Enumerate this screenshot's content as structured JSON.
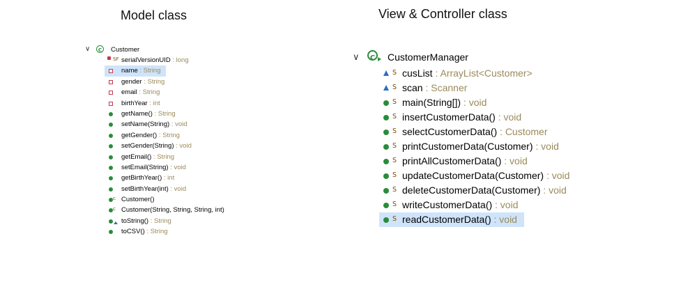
{
  "headings": {
    "left": "Model class",
    "right": "View & Controller class"
  },
  "left_tree": {
    "class_name": "Customer",
    "members": [
      {
        "icon": "static-final-field-icon",
        "mod": "SF",
        "name": "serialVersionUID",
        "type": " : long"
      },
      {
        "icon": "private-field-icon",
        "mod": "",
        "name": "name",
        "type": " : String",
        "selected": true
      },
      {
        "icon": "private-field-icon",
        "mod": "",
        "name": "gender",
        "type": " : String"
      },
      {
        "icon": "private-field-icon",
        "mod": "",
        "name": "email",
        "type": " : String"
      },
      {
        "icon": "private-field-icon",
        "mod": "",
        "name": "birthYear",
        "type": " : int"
      },
      {
        "icon": "public-method-icon",
        "mod": "",
        "name": "getName()",
        "type": " : String"
      },
      {
        "icon": "public-method-icon",
        "mod": "",
        "name": "setName(String)",
        "type": " : void"
      },
      {
        "icon": "public-method-icon",
        "mod": "",
        "name": "getGender()",
        "type": " : String"
      },
      {
        "icon": "public-method-icon",
        "mod": "",
        "name": "setGender(String)",
        "type": " : void"
      },
      {
        "icon": "public-method-icon",
        "mod": "",
        "name": "getEmail()",
        "type": " : String"
      },
      {
        "icon": "public-method-icon",
        "mod": "",
        "name": "setEmail(String)",
        "type": " : void"
      },
      {
        "icon": "public-method-icon",
        "mod": "",
        "name": "getBirthYear()",
        "type": " : int"
      },
      {
        "icon": "public-method-icon",
        "mod": "",
        "name": "setBirthYear(int)",
        "type": " : void"
      },
      {
        "icon": "public-method-icon",
        "mod": "c",
        "name": "Customer()",
        "type": ""
      },
      {
        "icon": "public-method-icon",
        "mod": "c",
        "name": "Customer(String, String, String, int)",
        "type": ""
      },
      {
        "icon": "override-method-icon",
        "mod": "",
        "name": "toString()",
        "type": " : String"
      },
      {
        "icon": "public-method-icon",
        "mod": "",
        "name": "toCSV()",
        "type": " : String"
      }
    ]
  },
  "right_tree": {
    "class_name": "CustomerManager",
    "members": [
      {
        "icon": "package-field-icon",
        "mod": "S",
        "name": "cusList",
        "type": " : ArrayList<Customer>"
      },
      {
        "icon": "package-field-icon",
        "mod": "S",
        "name": "scan",
        "type": " : Scanner"
      },
      {
        "icon": "public-method-icon",
        "mod": "S",
        "name": "main(String[])",
        "type": " : void"
      },
      {
        "icon": "public-method-icon",
        "mod": "S",
        "name": "insertCustomerData()",
        "type": " : void"
      },
      {
        "icon": "public-method-icon",
        "mod": "S",
        "name": "selectCustomerData()",
        "type": " : Customer"
      },
      {
        "icon": "public-method-icon",
        "mod": "S",
        "name": "printCustomerData(Customer)",
        "type": " : void"
      },
      {
        "icon": "public-method-icon",
        "mod": "S",
        "name": "printAllCustomerData()",
        "type": " : void"
      },
      {
        "icon": "public-method-icon",
        "mod": "S",
        "name": "updateCustomerData(Customer)",
        "type": " : void"
      },
      {
        "icon": "public-method-icon",
        "mod": "S",
        "name": "deleteCustomerData(Customer)",
        "type": " : void"
      },
      {
        "icon": "public-method-icon",
        "mod": "S",
        "name": "writeCustomerData()",
        "type": " : void"
      },
      {
        "icon": "public-method-icon",
        "mod": "S",
        "name": "readCustomerData()",
        "type": " : void",
        "selected": true
      }
    ]
  },
  "colors": {
    "method": "#2a8c3a",
    "private_field": "#c0394b",
    "package_field": "#2a6fbf",
    "type_text": "#9a8a5a",
    "selection": "#cfe4fa"
  }
}
